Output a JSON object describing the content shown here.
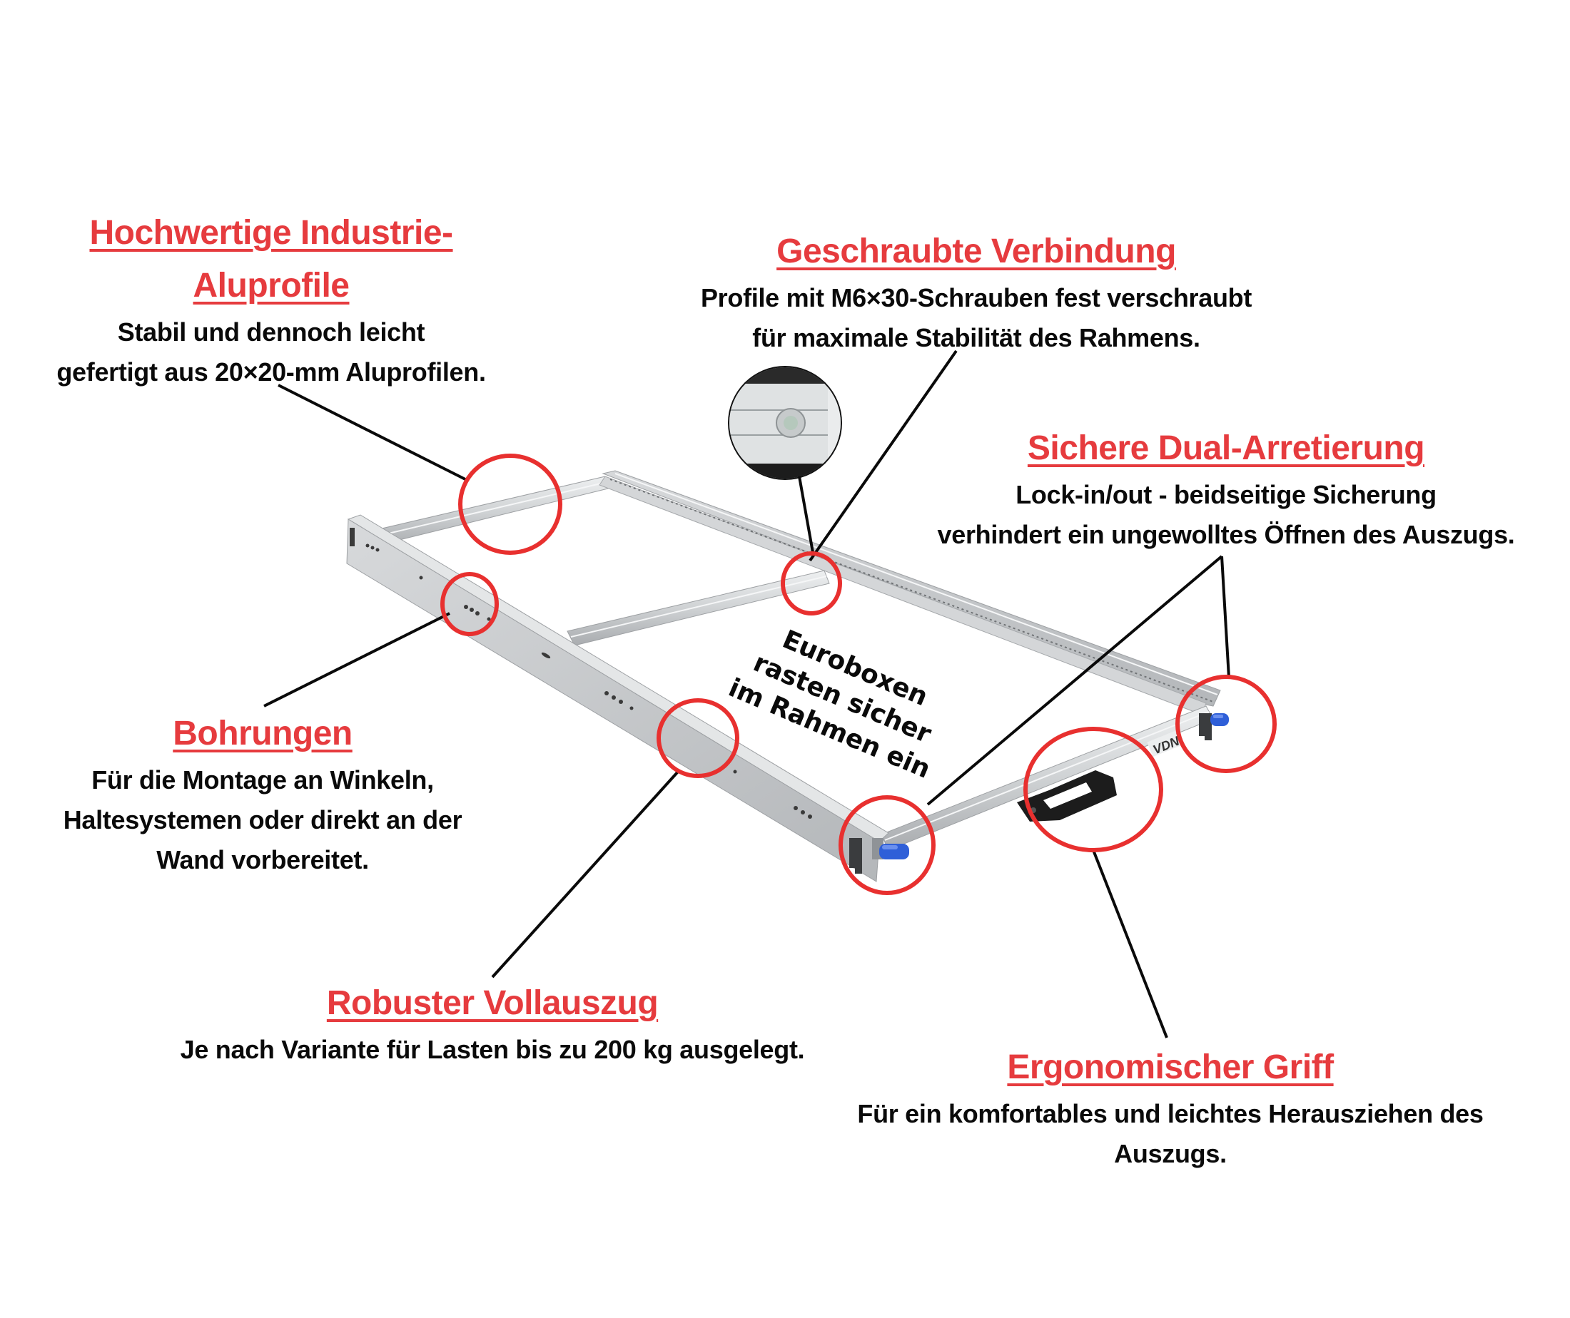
{
  "callouts": [
    {
      "id": "aluprofile",
      "heading_lines": [
        "Hochwertige Industrie-",
        "Aluprofile"
      ],
      "body_lines": [
        "Stabil und dennoch leicht",
        "gefertigt aus 20×20-mm Aluprofilen."
      ]
    },
    {
      "id": "verbindung",
      "heading_lines": [
        "Geschraubte Verbindung"
      ],
      "body_lines": [
        "Profile mit M6×30-Schrauben fest verschraubt",
        "für maximale Stabilität des Rahmens."
      ]
    },
    {
      "id": "arretierung",
      "heading_lines": [
        "Sichere Dual-Arretierung"
      ],
      "body_lines": [
        "Lock-in/out - beidseitige Sicherung",
        "verhindert ein ungewolltes Öffnen des Auszugs."
      ]
    },
    {
      "id": "bohrungen",
      "heading_lines": [
        "Bohrungen"
      ],
      "body_lines": [
        "Für die Montage an Winkeln,",
        "Haltesystemen oder direkt an der",
        "Wand vorbereitet."
      ]
    },
    {
      "id": "vollauszug",
      "heading_lines": [
        "Robuster Vollauszug"
      ],
      "body_lines": [
        "Je nach Variante für Lasten bis zu 200 kg ausgelegt."
      ]
    },
    {
      "id": "griff",
      "heading_lines": [
        "Ergonomischer Griff"
      ],
      "body_lines": [
        "Für ein komfortables und leichtes Herausziehen des",
        "Auszugs."
      ]
    }
  ],
  "frame_annotation": {
    "lines": [
      "Euroboxen",
      "rasten sicher",
      "im Rahmen ein"
    ]
  },
  "product": {
    "logo_text": "VDN",
    "name": "aluminum-drawer-slide-frame"
  },
  "colors": {
    "heading": "#e63b3e",
    "body": "#0a0a0a",
    "highlight_circle": "#e8302f",
    "lock_lever": "#2f5fd8",
    "aluminum": "#c9cbcd",
    "handle": "#1c1c1c"
  }
}
